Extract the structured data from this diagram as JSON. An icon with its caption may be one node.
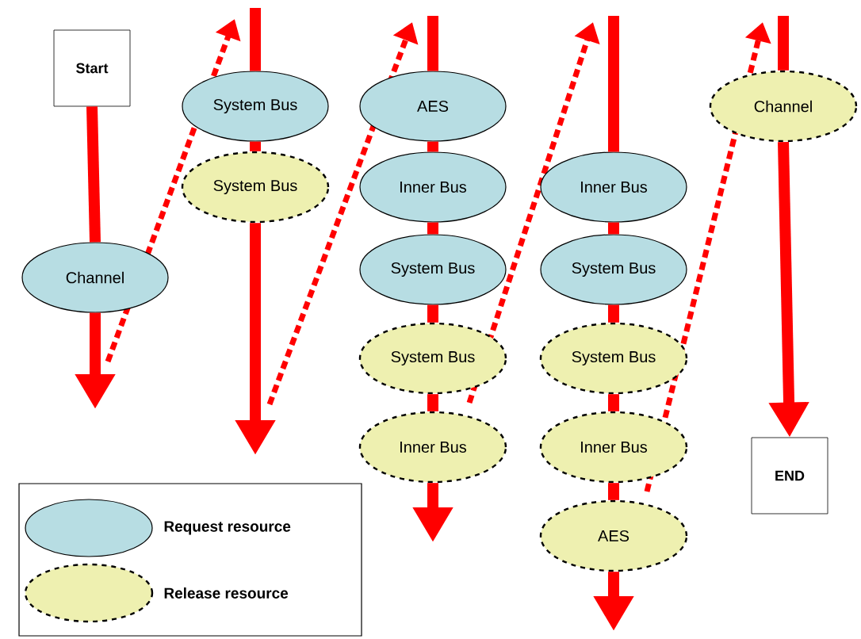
{
  "diagram": {
    "nodes": [
      {
        "text": [
          "Start"
        ]
      },
      {
        "text": [
          "Channel"
        ]
      },
      {
        "text": [
          "System Bus"
        ]
      },
      {
        "text": [
          "System Bus"
        ]
      },
      {
        "text": [
          "AES"
        ]
      },
      {
        "text": [
          "Inner Bus"
        ]
      },
      {
        "text": [
          "System Bus"
        ]
      },
      {
        "text": [
          "System Bus"
        ]
      },
      {
        "text": [
          "Inner Bus"
        ]
      },
      {
        "text": [
          "Inner Bus"
        ]
      },
      {
        "text": [
          "System Bus"
        ]
      },
      {
        "text": [
          "System Bus"
        ]
      },
      {
        "text": [
          "Inner Bus"
        ]
      },
      {
        "text": [
          "AES"
        ]
      },
      {
        "text": [
          "Channel"
        ]
      },
      {
        "text": [
          "END"
        ]
      }
    ],
    "edges": [
      {
        "from": 0,
        "to": 1,
        "arrow": "none"
      },
      {
        "from": 1,
        "to": null,
        "arrow": "to"
      },
      {
        "from": null,
        "to": 2,
        "arrow": "none"
      },
      {
        "from": 2,
        "to": 3,
        "arrow": "none"
      },
      {
        "from": 3,
        "to": null,
        "arrow": "to"
      },
      {
        "from": null,
        "to": 4,
        "arrow": "none"
      },
      {
        "from": 4,
        "to": 5,
        "arrow": "none"
      },
      {
        "from": 5,
        "to": 6,
        "arrow": "none"
      },
      {
        "from": 6,
        "to": 7,
        "arrow": "none"
      },
      {
        "from": 7,
        "to": 8,
        "arrow": "none"
      },
      {
        "from": 8,
        "to": null,
        "arrow": "to"
      },
      {
        "from": null,
        "to": 9,
        "arrow": "none"
      },
      {
        "from": 9,
        "to": 10,
        "arrow": "none"
      },
      {
        "from": 10,
        "to": 11,
        "arrow": "none"
      },
      {
        "from": 11,
        "to": 12,
        "arrow": "none"
      },
      {
        "from": 12,
        "to": 13,
        "arrow": "none"
      },
      {
        "from": 13,
        "to": null,
        "arrow": "to"
      },
      {
        "from": null,
        "to": 14,
        "arrow": "none"
      },
      {
        "from": 14,
        "to": 15,
        "arrow": "to"
      }
    ],
    "legend": [
      {
        "text": "Request resource",
        "color": "#b7dde3"
      },
      {
        "text": "Release resource",
        "color": "#eef0b0"
      }
    ]
  }
}
